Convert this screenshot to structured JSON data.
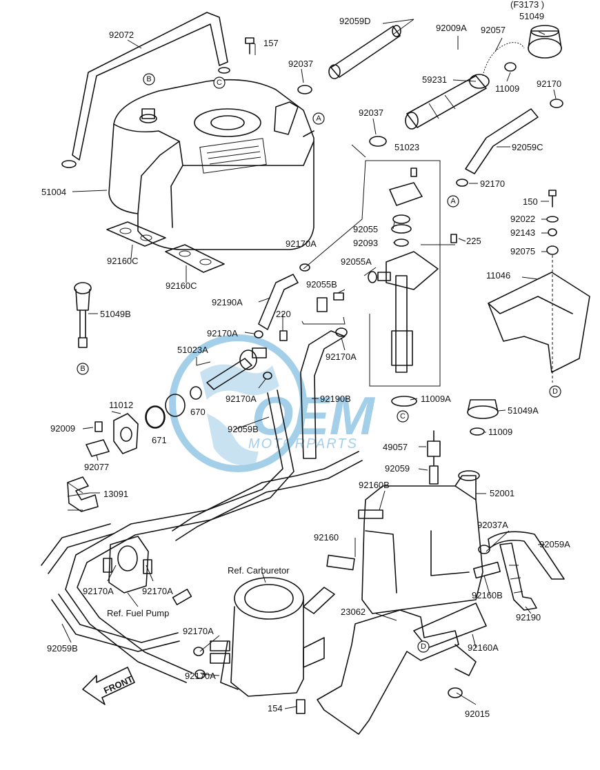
{
  "diagram_code": "(F3173 )",
  "watermark": {
    "brand": "OEM",
    "sub": "MOTORPARTS",
    "color": "#5aa8d8"
  },
  "part_numbers": {
    "p92072": "92072",
    "p157": "157",
    "p92037": "92037",
    "p92059D": "92059D",
    "p92009A": "92009A",
    "p92057": "92057",
    "p51049": "51049",
    "p59231": "59231",
    "p11009a": "11009",
    "p92170": "92170",
    "p92037b": "92037",
    "p51023": "51023",
    "p92059C": "92059C",
    "p92170b": "92170",
    "p51004": "51004",
    "p150": "150",
    "p92022": "92022",
    "p92143": "92143",
    "p92075": "92075",
    "p92055": "92055",
    "p92093": "92093",
    "p225": "225",
    "p92170A_1": "92170A",
    "p92055A": "92055A",
    "p92055B": "92055B",
    "p11046": "11046",
    "p92160C_1": "92160C",
    "p92160C_2": "92160C",
    "p92190A": "92190A",
    "p51049B": "51049B",
    "p220": "220",
    "p92170A_2": "92170A",
    "p92170A_3": "92170A",
    "p51023A": "51023A",
    "p92170A_4": "92170A",
    "p92190B": "92190B",
    "p11009A": "11009A",
    "p51049A": "51049A",
    "p670": "670",
    "p11012": "11012",
    "p92009": "92009",
    "p671": "671",
    "p92059B_1": "92059B",
    "p11009b": "11009",
    "p49057": "49057",
    "p92077": "92077",
    "p92059": "92059",
    "p13091": "13091",
    "p92160B_1": "92160B",
    "p52001": "52001",
    "p92160": "92160",
    "p92037A": "92037A",
    "p92059A": "92059A",
    "p92170A_5": "92170A",
    "p92170A_6": "92170A",
    "p92160B_2": "92160B",
    "p92190": "92190",
    "p23062": "23062",
    "p92059B_2": "92059B",
    "p92170A_7": "92170A",
    "p92160A": "92160A",
    "p92170A_8": "92170A",
    "p154": "154",
    "p92015": "92015"
  },
  "references": {
    "carburetor": "Ref. Carburetor",
    "fuel_pump": "Ref. Fuel Pump",
    "front": "FRONT"
  },
  "callouts": {
    "A": "A",
    "B": "B",
    "C": "C",
    "D": "D"
  }
}
